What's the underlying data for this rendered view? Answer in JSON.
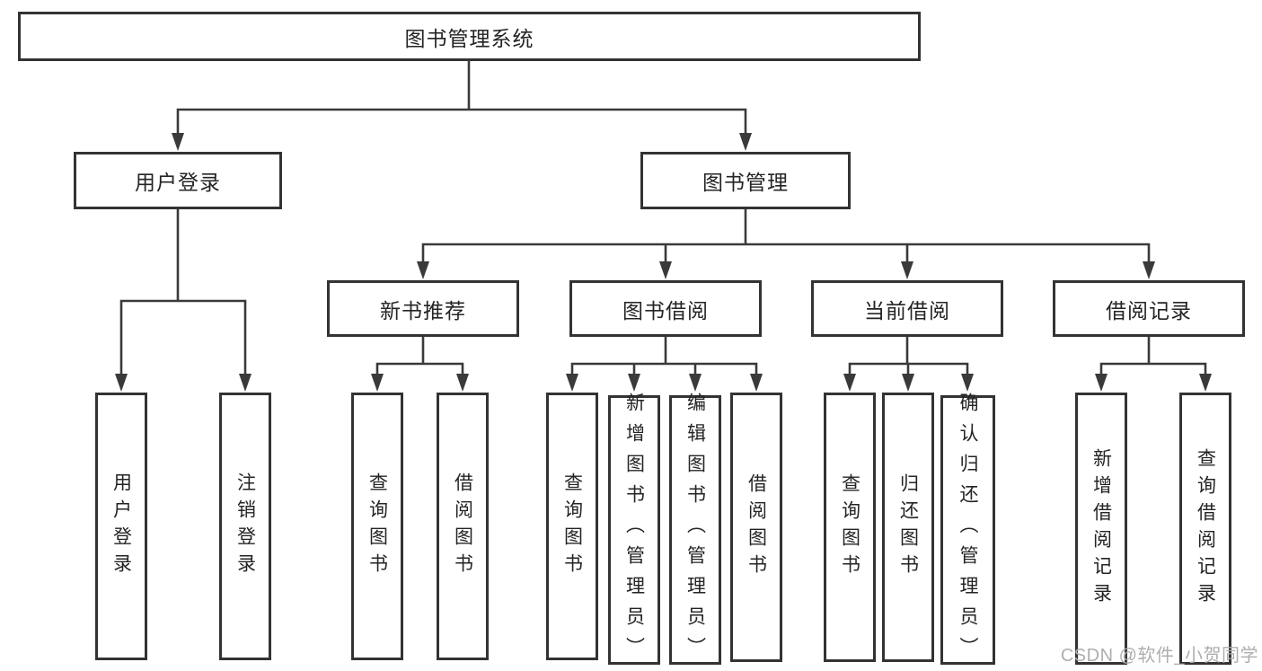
{
  "tree": {
    "root": "图书管理系统",
    "branches": [
      {
        "label": "用户登录",
        "children": [
          "用户登录",
          "注销登录"
        ]
      },
      {
        "label": "图书管理",
        "groups": [
          {
            "label": "新书推荐",
            "children": [
              "查询图书",
              "借阅图书"
            ]
          },
          {
            "label": "图书借阅",
            "children": [
              "查询图书",
              "新增图书（管理员）",
              "编辑图书（管理员）",
              "借阅图书"
            ]
          },
          {
            "label": "当前借阅",
            "children": [
              "查询图书",
              "归还图书",
              "确认归还（管理员）"
            ]
          },
          {
            "label": "借阅记录",
            "children": [
              "新增借阅记录",
              "查询借阅记录"
            ]
          }
        ]
      }
    ]
  },
  "watermark": "CSDN @软件_小贺同学",
  "colors": {
    "line": "#3a3a3a",
    "box_border": "#333333",
    "text": "#242424",
    "watermark": "#aeaeae",
    "background": "#ffffff"
  }
}
